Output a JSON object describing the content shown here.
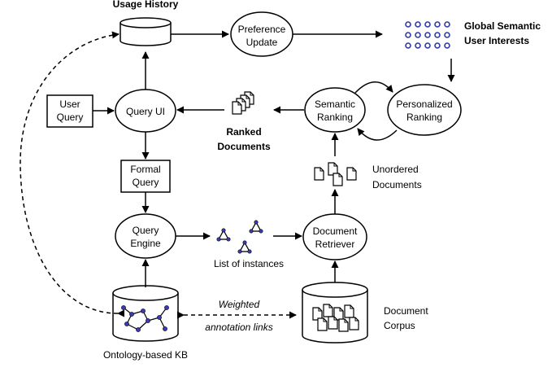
{
  "labels": {
    "usage_history": "Usage History",
    "preference_update": [
      "Preference",
      "Update"
    ],
    "global_semantic": [
      "Global Semantic",
      "User Interests"
    ],
    "user_query": [
      "User",
      "Query"
    ],
    "query_ui": "Query UI",
    "ranked_documents": [
      "Ranked",
      "Documents"
    ],
    "semantic_ranking": [
      "Semantic",
      "Ranking"
    ],
    "personalized_ranking": [
      "Personalized",
      "Ranking"
    ],
    "formal_query": [
      "Formal",
      "Query"
    ],
    "unordered_documents": [
      "Unordered",
      "Documents"
    ],
    "query_engine": [
      "Query",
      "Engine"
    ],
    "list_of_instances": "List of instances",
    "document_retriever": [
      "Document",
      "Retriever"
    ],
    "weighted_links": [
      "Weighted",
      "annotation links"
    ],
    "document_corpus": [
      "Document",
      "Corpus"
    ],
    "ontology_kb": "Ontology-based KB"
  }
}
